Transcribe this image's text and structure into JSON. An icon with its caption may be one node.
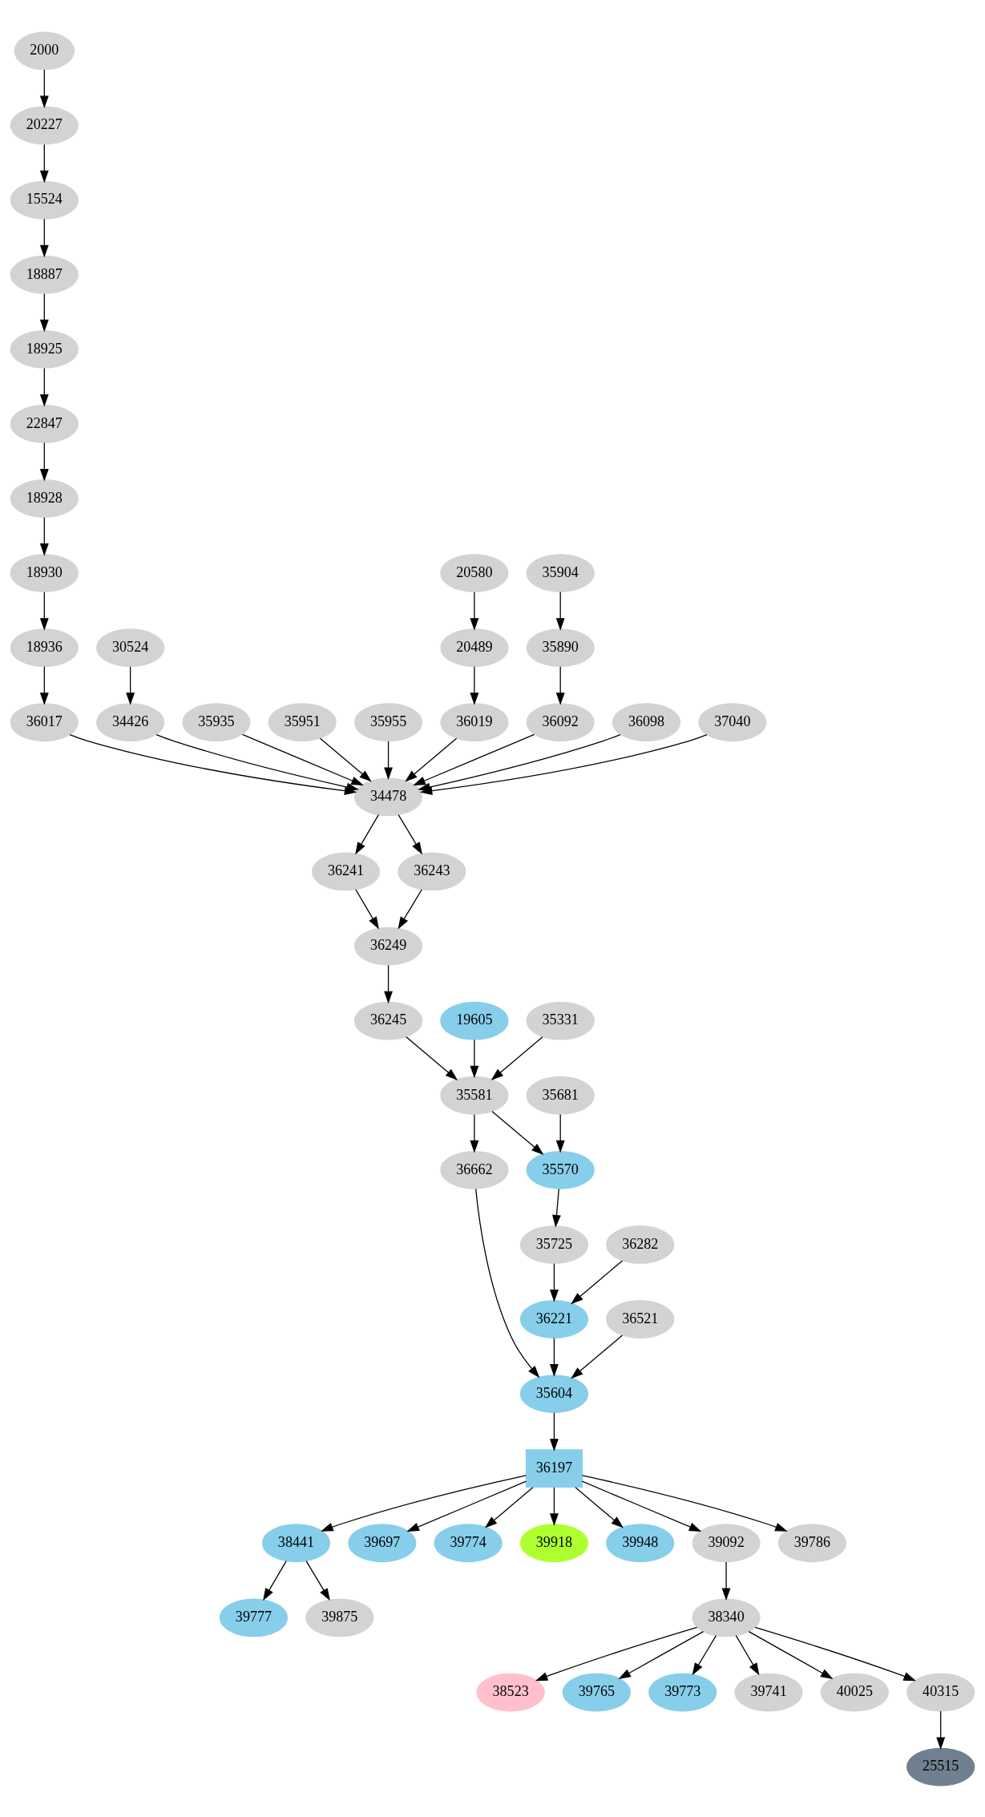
{
  "diagram": {
    "nodes": [
      {
        "text": [
          "2000"
        ]
      },
      {
        "text": [
          "20227"
        ]
      },
      {
        "text": [
          "15524"
        ]
      },
      {
        "text": [
          "18887"
        ]
      },
      {
        "text": [
          "18925"
        ]
      },
      {
        "text": [
          "22847"
        ]
      },
      {
        "text": [
          "18928"
        ]
      },
      {
        "text": [
          "18930"
        ]
      },
      {
        "text": [
          "20580"
        ]
      },
      {
        "text": [
          "35904"
        ]
      },
      {
        "text": [
          "30524"
        ]
      },
      {
        "text": [
          "18936"
        ]
      },
      {
        "text": [
          "20489"
        ]
      },
      {
        "text": [
          "35890"
        ]
      },
      {
        "text": [
          "34426"
        ]
      },
      {
        "text": [
          "35935"
        ]
      },
      {
        "text": [
          "35951"
        ]
      },
      {
        "text": [
          "35955"
        ]
      },
      {
        "text": [
          "36017"
        ]
      },
      {
        "text": [
          "36019"
        ]
      },
      {
        "text": [
          "36092"
        ]
      },
      {
        "text": [
          "36098"
        ]
      },
      {
        "text": [
          "37040"
        ]
      },
      {
        "text": [
          "34478"
        ]
      },
      {
        "text": [
          "36241"
        ]
      },
      {
        "text": [
          "36243"
        ]
      },
      {
        "text": [
          "36249"
        ]
      },
      {
        "text": [
          "19605"
        ]
      },
      {
        "text": [
          "35331"
        ]
      },
      {
        "text": [
          "36245"
        ]
      },
      {
        "text": [
          "35581"
        ]
      },
      {
        "text": [
          "35681"
        ]
      },
      {
        "text": [
          "36662"
        ]
      },
      {
        "text": [
          "35570"
        ]
      },
      {
        "text": [
          "35725"
        ]
      },
      {
        "text": [
          "36282"
        ]
      },
      {
        "text": [
          "36221"
        ]
      },
      {
        "text": [
          "36521"
        ]
      },
      {
        "text": [
          "35604"
        ]
      },
      {
        "text": [
          "36197"
        ]
      },
      {
        "text": [
          "38441"
        ]
      },
      {
        "text": [
          "39697"
        ]
      },
      {
        "text": [
          "39774"
        ]
      },
      {
        "text": [
          "39918"
        ]
      },
      {
        "text": [
          "39948"
        ]
      },
      {
        "text": [
          "39092"
        ]
      },
      {
        "text": [
          "39786"
        ]
      },
      {
        "text": [
          "39777"
        ]
      },
      {
        "text": [
          "39875"
        ]
      },
      {
        "text": [
          "38340"
        ]
      },
      {
        "text": [
          "38523"
        ]
      },
      {
        "text": [
          "39765"
        ]
      },
      {
        "text": [
          "39773"
        ]
      },
      {
        "text": [
          "39741"
        ]
      },
      {
        "text": [
          "40025"
        ]
      },
      {
        "text": [
          "40315"
        ]
      },
      {
        "text": [
          "25515"
        ]
      }
    ],
    "edges": [
      {
        "from": 0,
        "to": 1,
        "arrow": "to"
      },
      {
        "from": 1,
        "to": 2,
        "arrow": "to"
      },
      {
        "from": 2,
        "to": 3,
        "arrow": "to"
      },
      {
        "from": 3,
        "to": 4,
        "arrow": "to"
      },
      {
        "from": 4,
        "to": 5,
        "arrow": "to"
      },
      {
        "from": 5,
        "to": 6,
        "arrow": "to"
      },
      {
        "from": 6,
        "to": 7,
        "arrow": "to"
      },
      {
        "from": 7,
        "to": 11,
        "arrow": "to"
      },
      {
        "from": 8,
        "to": 12,
        "arrow": "to"
      },
      {
        "from": 9,
        "to": 13,
        "arrow": "to"
      },
      {
        "from": 10,
        "to": 14,
        "arrow": "to"
      },
      {
        "from": 11,
        "to": 18,
        "arrow": "to"
      },
      {
        "from": 12,
        "to": 19,
        "arrow": "to"
      },
      {
        "from": 13,
        "to": 20,
        "arrow": "to"
      },
      {
        "from": 14,
        "to": 23,
        "arrow": "to"
      },
      {
        "from": 15,
        "to": 23,
        "arrow": "to"
      },
      {
        "from": 16,
        "to": 23,
        "arrow": "to"
      },
      {
        "from": 17,
        "to": 23,
        "arrow": "to"
      },
      {
        "from": 18,
        "to": 23,
        "arrow": "to"
      },
      {
        "from": 19,
        "to": 23,
        "arrow": "to"
      },
      {
        "from": 20,
        "to": 23,
        "arrow": "to"
      },
      {
        "from": 21,
        "to": 23,
        "arrow": "to"
      },
      {
        "from": 22,
        "to": 23,
        "arrow": "to"
      },
      {
        "from": 23,
        "to": 24,
        "arrow": "to"
      },
      {
        "from": 23,
        "to": 25,
        "arrow": "to"
      },
      {
        "from": 24,
        "to": 26,
        "arrow": "to"
      },
      {
        "from": 25,
        "to": 26,
        "arrow": "to"
      },
      {
        "from": 26,
        "to": 29,
        "arrow": "to"
      },
      {
        "from": 27,
        "to": 30,
        "arrow": "to"
      },
      {
        "from": 28,
        "to": 30,
        "arrow": "to"
      },
      {
        "from": 29,
        "to": 30,
        "arrow": "to"
      },
      {
        "from": 30,
        "to": 32,
        "arrow": "to"
      },
      {
        "from": 30,
        "to": 33,
        "arrow": "to"
      },
      {
        "from": 31,
        "to": 33,
        "arrow": "to"
      },
      {
        "from": 33,
        "to": 34,
        "arrow": "to"
      },
      {
        "from": 34,
        "to": 36,
        "arrow": "to"
      },
      {
        "from": 35,
        "to": 36,
        "arrow": "to"
      },
      {
        "from": 32,
        "to": 38,
        "arrow": "to"
      },
      {
        "from": 36,
        "to": 38,
        "arrow": "to"
      },
      {
        "from": 37,
        "to": 38,
        "arrow": "to"
      },
      {
        "from": 38,
        "to": 39,
        "arrow": "to"
      },
      {
        "from": 39,
        "to": 40,
        "arrow": "to"
      },
      {
        "from": 39,
        "to": 41,
        "arrow": "to"
      },
      {
        "from": 39,
        "to": 42,
        "arrow": "to"
      },
      {
        "from": 39,
        "to": 43,
        "arrow": "to"
      },
      {
        "from": 39,
        "to": 44,
        "arrow": "to"
      },
      {
        "from": 39,
        "to": 45,
        "arrow": "to"
      },
      {
        "from": 39,
        "to": 46,
        "arrow": "to"
      },
      {
        "from": 40,
        "to": 47,
        "arrow": "to"
      },
      {
        "from": 40,
        "to": 48,
        "arrow": "to"
      },
      {
        "from": 45,
        "to": 49,
        "arrow": "to"
      },
      {
        "from": 49,
        "to": 50,
        "arrow": "to"
      },
      {
        "from": 49,
        "to": 51,
        "arrow": "to"
      },
      {
        "from": 49,
        "to": 52,
        "arrow": "to"
      },
      {
        "from": 49,
        "to": 53,
        "arrow": "to"
      },
      {
        "from": 49,
        "to": 54,
        "arrow": "to"
      },
      {
        "from": 49,
        "to": 55,
        "arrow": "to"
      },
      {
        "from": 55,
        "to": 56,
        "arrow": "to"
      }
    ]
  }
}
